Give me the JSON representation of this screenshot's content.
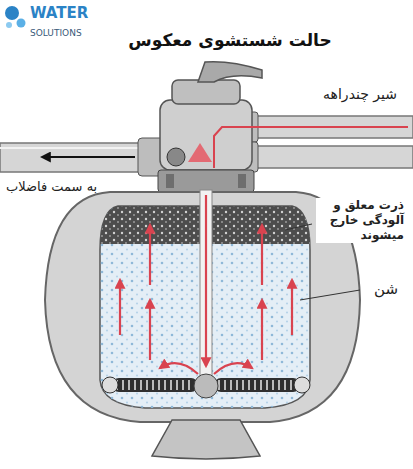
{
  "diagram": {
    "title": "حالت شستشوی معکوس",
    "labels": [
      "WATER",
      "SOLUTIONS",
      "شیر چندراهه",
      "به سمت فاضلاب",
      "ذرت معلق و آلودگی خارج میشوند",
      "شن"
    ]
  }
}
